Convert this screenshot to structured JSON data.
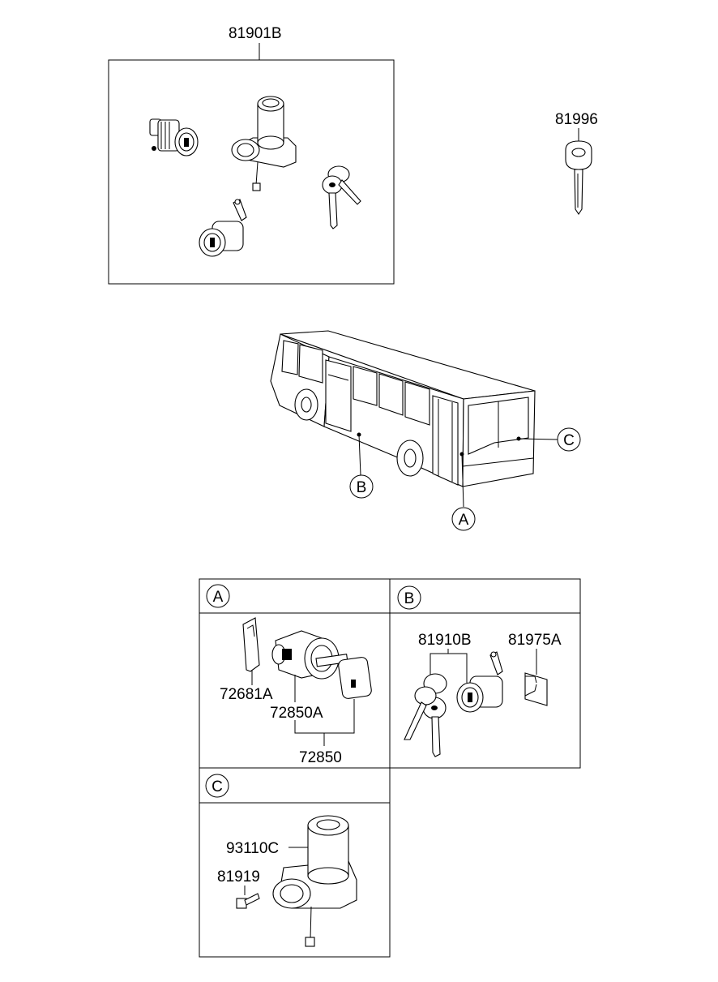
{
  "kit": {
    "part_no": "81901B"
  },
  "remote_key": {
    "part_no": "81996"
  },
  "vehicle": {
    "callouts": {
      "a": "A",
      "b": "B",
      "c": "C"
    }
  },
  "detail_a": {
    "tag": "A",
    "parts": {
      "p1": "72681A",
      "p2": "72850A",
      "p3": "72850"
    }
  },
  "detail_b": {
    "tag": "B",
    "parts": {
      "p1": "81910B",
      "p2": "81975A"
    }
  },
  "detail_c": {
    "tag": "C",
    "parts": {
      "p1": "93110C",
      "p2": "81919"
    }
  }
}
